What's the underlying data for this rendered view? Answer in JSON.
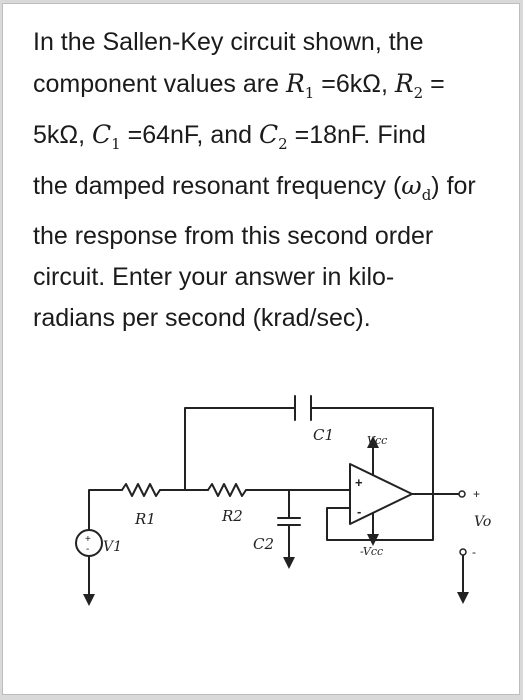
{
  "question": {
    "lines": [
      [
        "In the Sallen-Key circuit shown, the"
      ],
      [
        "component values are ",
        "R",
        "1",
        " =6kΩ, ",
        "R",
        "2",
        " ="
      ],
      [
        "5kΩ, ",
        "C",
        "1",
        " =64nF, and ",
        "C",
        "2",
        " =18nF.  Find"
      ],
      [
        "the damped resonant frequency (",
        "ω",
        "d",
        ") for"
      ],
      [
        "the response from this second order"
      ],
      [
        "circuit.  Enter your answer in kilo-"
      ],
      [
        "radians per second (krad/sec)."
      ]
    ]
  },
  "circuit": {
    "labels": {
      "c1": "C1",
      "c2": "C2",
      "r1": "R1",
      "r2": "R2",
      "v1": "V1",
      "vcc": "Vcc",
      "neg_vcc": "-Vcc",
      "vo": "Vo",
      "plus_in": "+",
      "minus_in": "-",
      "out_plus": "+",
      "out_minus": "-",
      "src_plus": "+",
      "src_minus": "-"
    }
  },
  "colors": {
    "text": "#1b1b1b",
    "wire": "#222222",
    "background": "#d9d9d9",
    "card": "#ffffff"
  }
}
